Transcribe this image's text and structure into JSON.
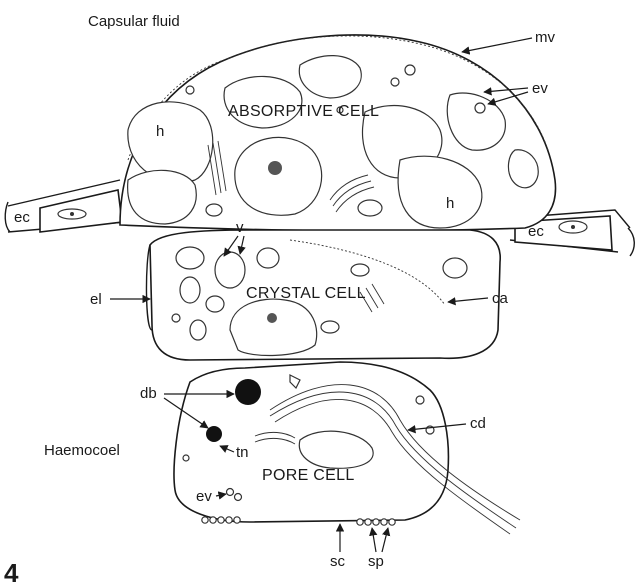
{
  "labels": {
    "capsular_fluid": "Capsular fluid",
    "mv": "mv",
    "ev_top": "ev",
    "absorptive_cell": "ABSORPTIVE CELL",
    "h_left": "h",
    "h_right": "h",
    "ec_left": "ec",
    "ec_right": "ec",
    "v": "v",
    "el": "el",
    "crystal_cell": "CRYSTAL CELL",
    "ca": "ca",
    "db": "db",
    "cd": "cd",
    "haemocoel": "Haemocoel",
    "tn": "tn",
    "pore_cell": "PORE CELL",
    "ev_bottom": "ev",
    "sc": "sc",
    "sp": "sp",
    "figure_number": "4"
  }
}
